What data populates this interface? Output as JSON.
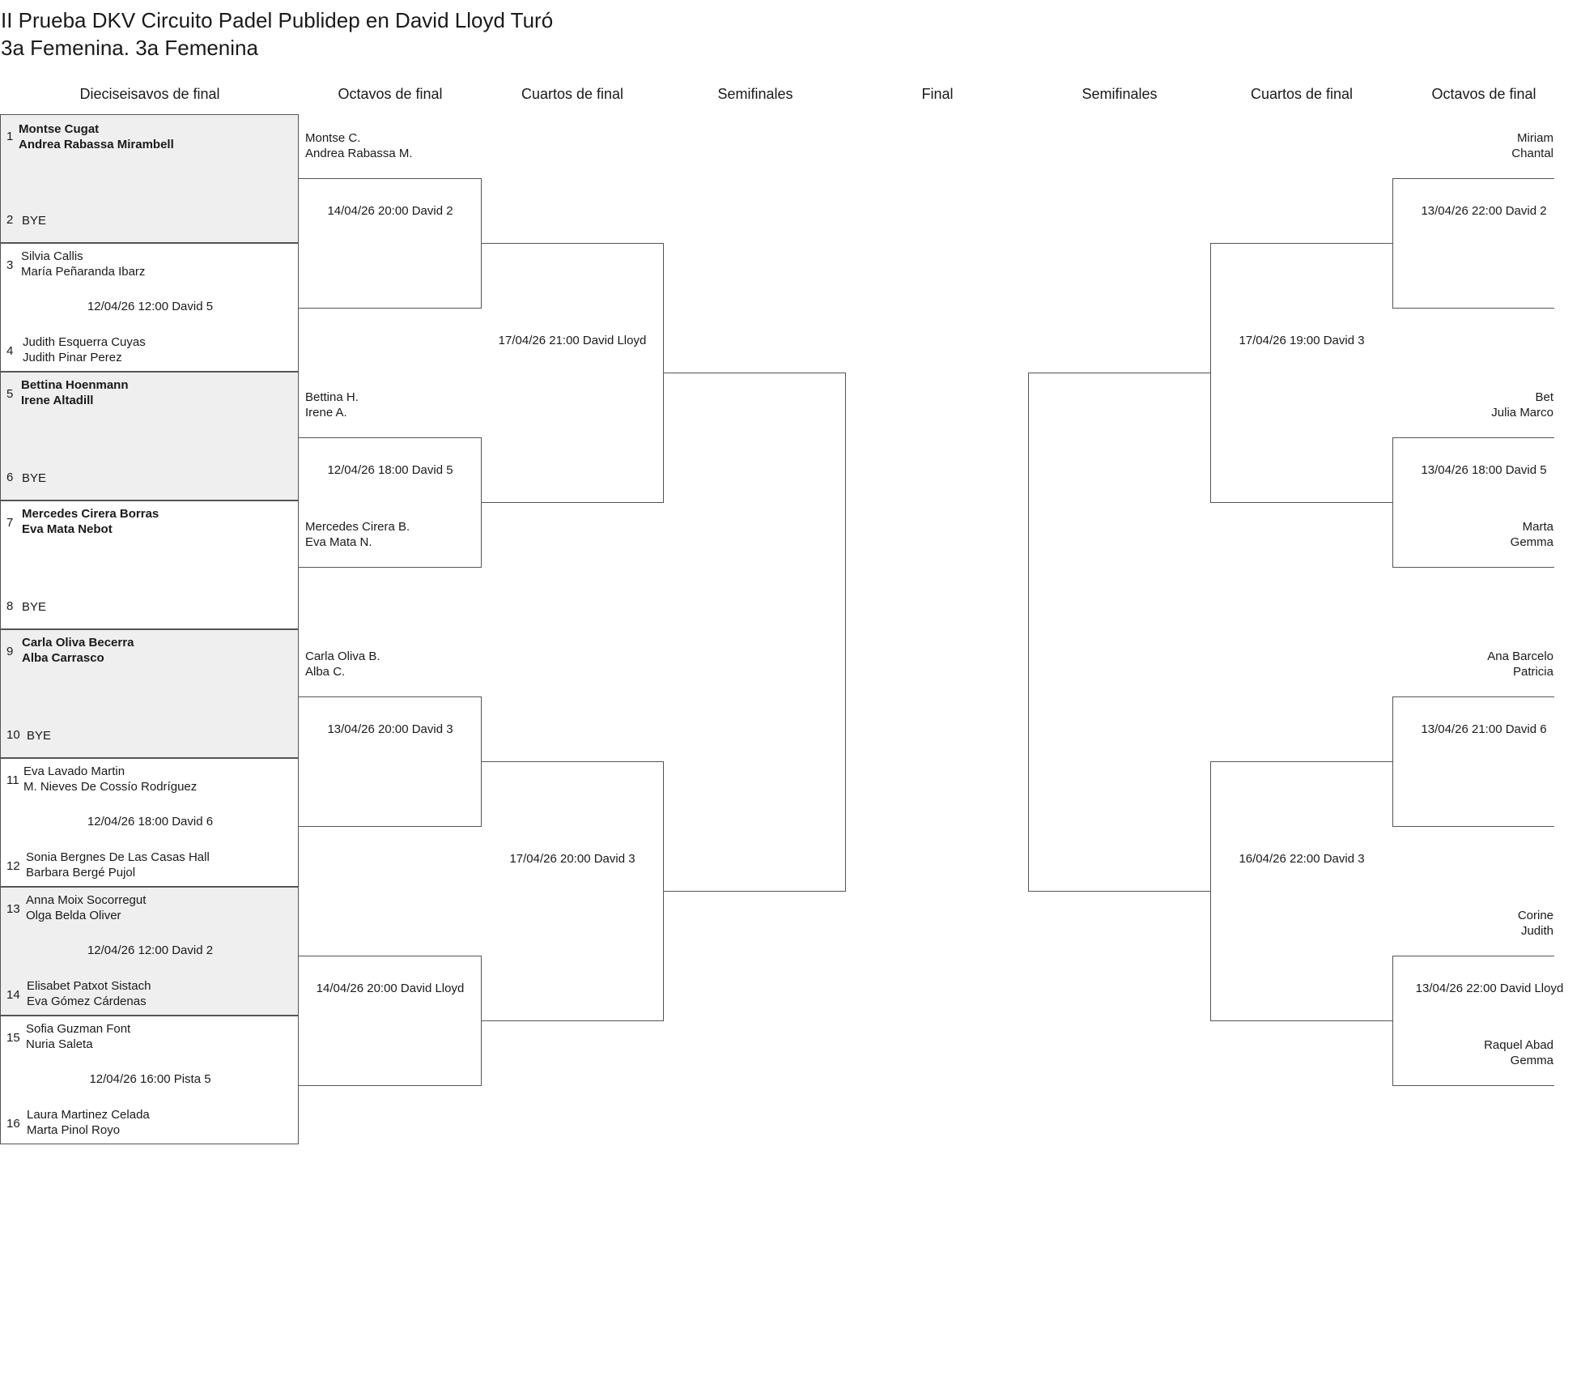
{
  "title": "II Prueba DKV Circuito Padel Publidep en David Lloyd Turó",
  "subtitle": "3a Femenina. 3a Femenina",
  "rounds": {
    "dieciseisavos": "Dieciseisavos de final",
    "octavos_l": "Octavos de final",
    "cuartos_l": "Cuartos de final",
    "semis_l": "Semifinales",
    "final": "Final",
    "semis_r": "Semifinales",
    "cuartos_r": "Cuartos de final",
    "octavos_r": "Octavos de final"
  },
  "slots": [
    {
      "seed": "1",
      "p1": "Montse Cugat",
      "p2": "Andrea Rabassa Mirambell"
    },
    {
      "seed": "2",
      "p1": "BYE",
      "p2": ""
    },
    {
      "seed": "3",
      "p1": "Silvia Callis",
      "p2": "María Peñaranda Ibarz"
    },
    {
      "seed": "4",
      "p1": "Judith Esquerra Cuyas",
      "p2": "Judith Pinar Perez"
    },
    {
      "seed": "5",
      "p1": "Bettina Hoenmann",
      "p2": "Irene Altadill"
    },
    {
      "seed": "6",
      "p1": "BYE",
      "p2": ""
    },
    {
      "seed": "7",
      "p1": "Mercedes Cirera Borras",
      "p2": "Eva Mata Nebot"
    },
    {
      "seed": "8",
      "p1": "BYE",
      "p2": ""
    },
    {
      "seed": "9",
      "p1": "Carla Oliva Becerra",
      "p2": "Alba Carrasco"
    },
    {
      "seed": "10",
      "p1": "BYE",
      "p2": ""
    },
    {
      "seed": "11",
      "p1": "Eva Lavado Martin",
      "p2": "M. Nieves De Cossío Rodríguez"
    },
    {
      "seed": "12",
      "p1": "Sonia Bergnes De Las Casas Hall",
      "p2": "Barbara Bergé Pujol"
    },
    {
      "seed": "13",
      "p1": "Anna Moix Socorregut",
      "p2": "Olga Belda Oliver"
    },
    {
      "seed": "14",
      "p1": "Elisabet Patxot Sistach",
      "p2": "Eva Gómez Cárdenas"
    },
    {
      "seed": "15",
      "p1": "Sofia Guzman Font",
      "p2": "Nuria Saleta"
    },
    {
      "seed": "16",
      "p1": "Laura Martinez Celada",
      "p2": "Marta Pinol Royo"
    }
  ],
  "r32_matches": {
    "m2": "12/04/26 12:00 David 5",
    "m6": "12/04/26 18:00 David 6",
    "m7": "12/04/26 12:00 David 2",
    "m8": "12/04/26 16:00 Pista 5"
  },
  "octavos_left": {
    "names": [
      {
        "p1": "Montse C.",
        "p2": "Andrea Rabassa M."
      },
      {
        "p1": "Bettina H.",
        "p2": "Irene A."
      },
      {
        "p1": "Mercedes Cirera B.",
        "p2": "Eva Mata N."
      },
      {
        "p1": "Carla Oliva B.",
        "p2": "Alba C."
      }
    ],
    "matches": [
      "14/04/26 20:00 David 2",
      "12/04/26 18:00 David 5",
      "13/04/26 20:00 David 3",
      "14/04/26 20:00 David Lloyd"
    ]
  },
  "cuartos_left": [
    "17/04/26 21:00 David Lloyd",
    "17/04/26 20:00 David 3"
  ],
  "cuartos_right": [
    "17/04/26 19:00 David 3",
    "16/04/26 22:00 David 3"
  ],
  "octavos_right": {
    "names": [
      {
        "p1": "Miriam",
        "p2": "Chantal"
      },
      {
        "p1": "Bet",
        "p2": "Julia Marco"
      },
      {
        "p1": "Marta",
        "p2": "Gemma"
      },
      {
        "p1": "Ana Barcelo",
        "p2": "Patricia"
      },
      {
        "p1": "Corine",
        "p2": "Judith"
      },
      {
        "p1": "Raquel Abad",
        "p2": "Gemma"
      }
    ],
    "matches": [
      "13/04/26 22:00 David 2",
      "13/04/26 18:00 David 5",
      "13/04/26 21:00 David 6",
      "13/04/26 22:00 David Lloyd"
    ]
  }
}
